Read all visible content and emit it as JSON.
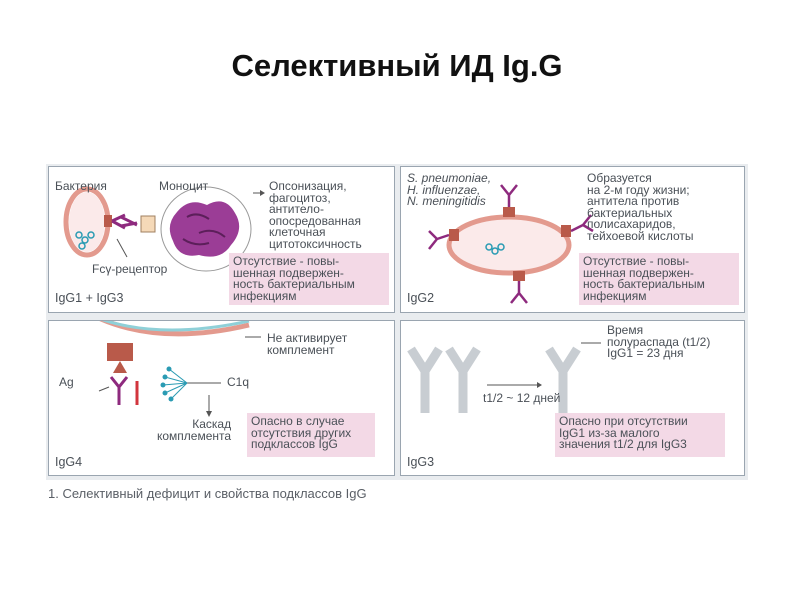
{
  "title": "Селективный ИД Ig.G",
  "figure": {
    "caption": "1. Селективный дефицит и свойства подклассов IgG",
    "panel_igg1_igg3": {
      "label_bacterium": "Бактерия",
      "label_monocyte": "Моноцит",
      "functions": "Опсонизация,\nфагоцитоз,\nантитело-\nопосредованная\nклеточная\nцитотоксичность",
      "receptor": "Fcγ-рецептор",
      "deficiency": "Отсутствие - повы-\nшенная подвержен-\nность бактериальным\nинфекциям",
      "subclass": "IgG1 + IgG3"
    },
    "panel_igg2": {
      "organisms": "S. pneumoniae,\nH. influenzae,\nN. meningitidis",
      "formation": "Образуется\nна 2-м году жизни;\nантитела против\nбактериальных\nполисахаридов,\nтейхоевой кислоты",
      "deficiency": "Отсутствие - повы-\nшенная подвержен-\nность бактериальным\nинфекциям",
      "subclass": "IgG2"
    },
    "panel_igg4": {
      "no_complement": "Не активирует\nкомплемент",
      "ag": "Ag",
      "c1q": "C1q",
      "cascade": "Каскад\nкомплемента",
      "danger": "Опасно в случае\nотсутствия других\nподклассов IgG",
      "subclass": "IgG4"
    },
    "panel_igg3": {
      "half_life": "Время\nполураспада (t1/2)\nIgG1 = 23 дня",
      "t_half": "t1/2 ~ 12 дней",
      "danger": "Опасно при отсутствии\nIgG1 из-за малого\nзначения t1/2 для IgG3",
      "subclass": "IgG3"
    }
  },
  "colors": {
    "highlight": "#f3d9e6",
    "purple": "#8e2a7e",
    "brown": "#b95a4a",
    "teal": "#2a9bb3",
    "grey": "#c8cdd2"
  }
}
